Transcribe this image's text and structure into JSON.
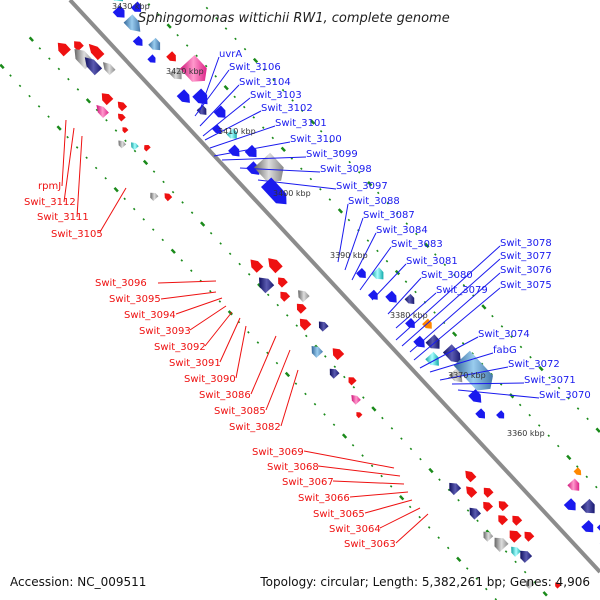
{
  "title": "Sphingomonas wittichii RW1, complete genome",
  "footer": {
    "accession": "Accession: NC_009511",
    "topology": "Topology: circular; Length: 5,382,261 bp; Genes: 4,906"
  },
  "kbp_ticks": [
    "3430 kbp",
    "3420 kbp",
    "3410 kbp",
    "3400 kbp",
    "3390 kbp",
    "3380 kbp",
    "3370 kbp",
    "3360 kbp"
  ],
  "forward_labels": [
    "uvrA",
    "Swit_3106",
    "Swit_3104",
    "Swit_3103",
    "Swit_3102",
    "Swit_3101",
    "Swit_3100",
    "Swit_3099",
    "Swit_3098",
    "Swit_3097",
    "Swit_3088",
    "Swit_3087",
    "Swit_3084",
    "Swit_3083",
    "Swit_3081",
    "Swit_3080",
    "Swit_3079",
    "Swit_3078",
    "Swit_3077",
    "Swit_3076",
    "Swit_3075",
    "Swit_3074",
    "fabG",
    "Swit_3072",
    "Swit_3071",
    "Swit_3070"
  ],
  "reverse_labels": [
    "rpmJ",
    "Swit_3112",
    "Swit_3111",
    "Swit_3105",
    "Swit_3096",
    "Swit_3095",
    "Swit_3094",
    "Swit_3093",
    "Swit_3092",
    "Swit_3091",
    "Swit_3090",
    "Swit_3086",
    "Swit_3085",
    "Swit_3082",
    "Swit_3069",
    "Swit_3068",
    "Swit_3067",
    "Swit_3066",
    "Swit_3065",
    "Swit_3064",
    "Swit_3063"
  ],
  "colors": {
    "forward": "#1a1aee",
    "reverse": "#ee1111",
    "backbone": "#8c8c8c",
    "tick_dots": "#1a8a1a",
    "navy": "#1a1a80",
    "cyan": "#22cccc",
    "pink": "#ff2299",
    "orange": "#ff8800",
    "gray": "#aaaaaa",
    "steel": "#4477aa"
  }
}
